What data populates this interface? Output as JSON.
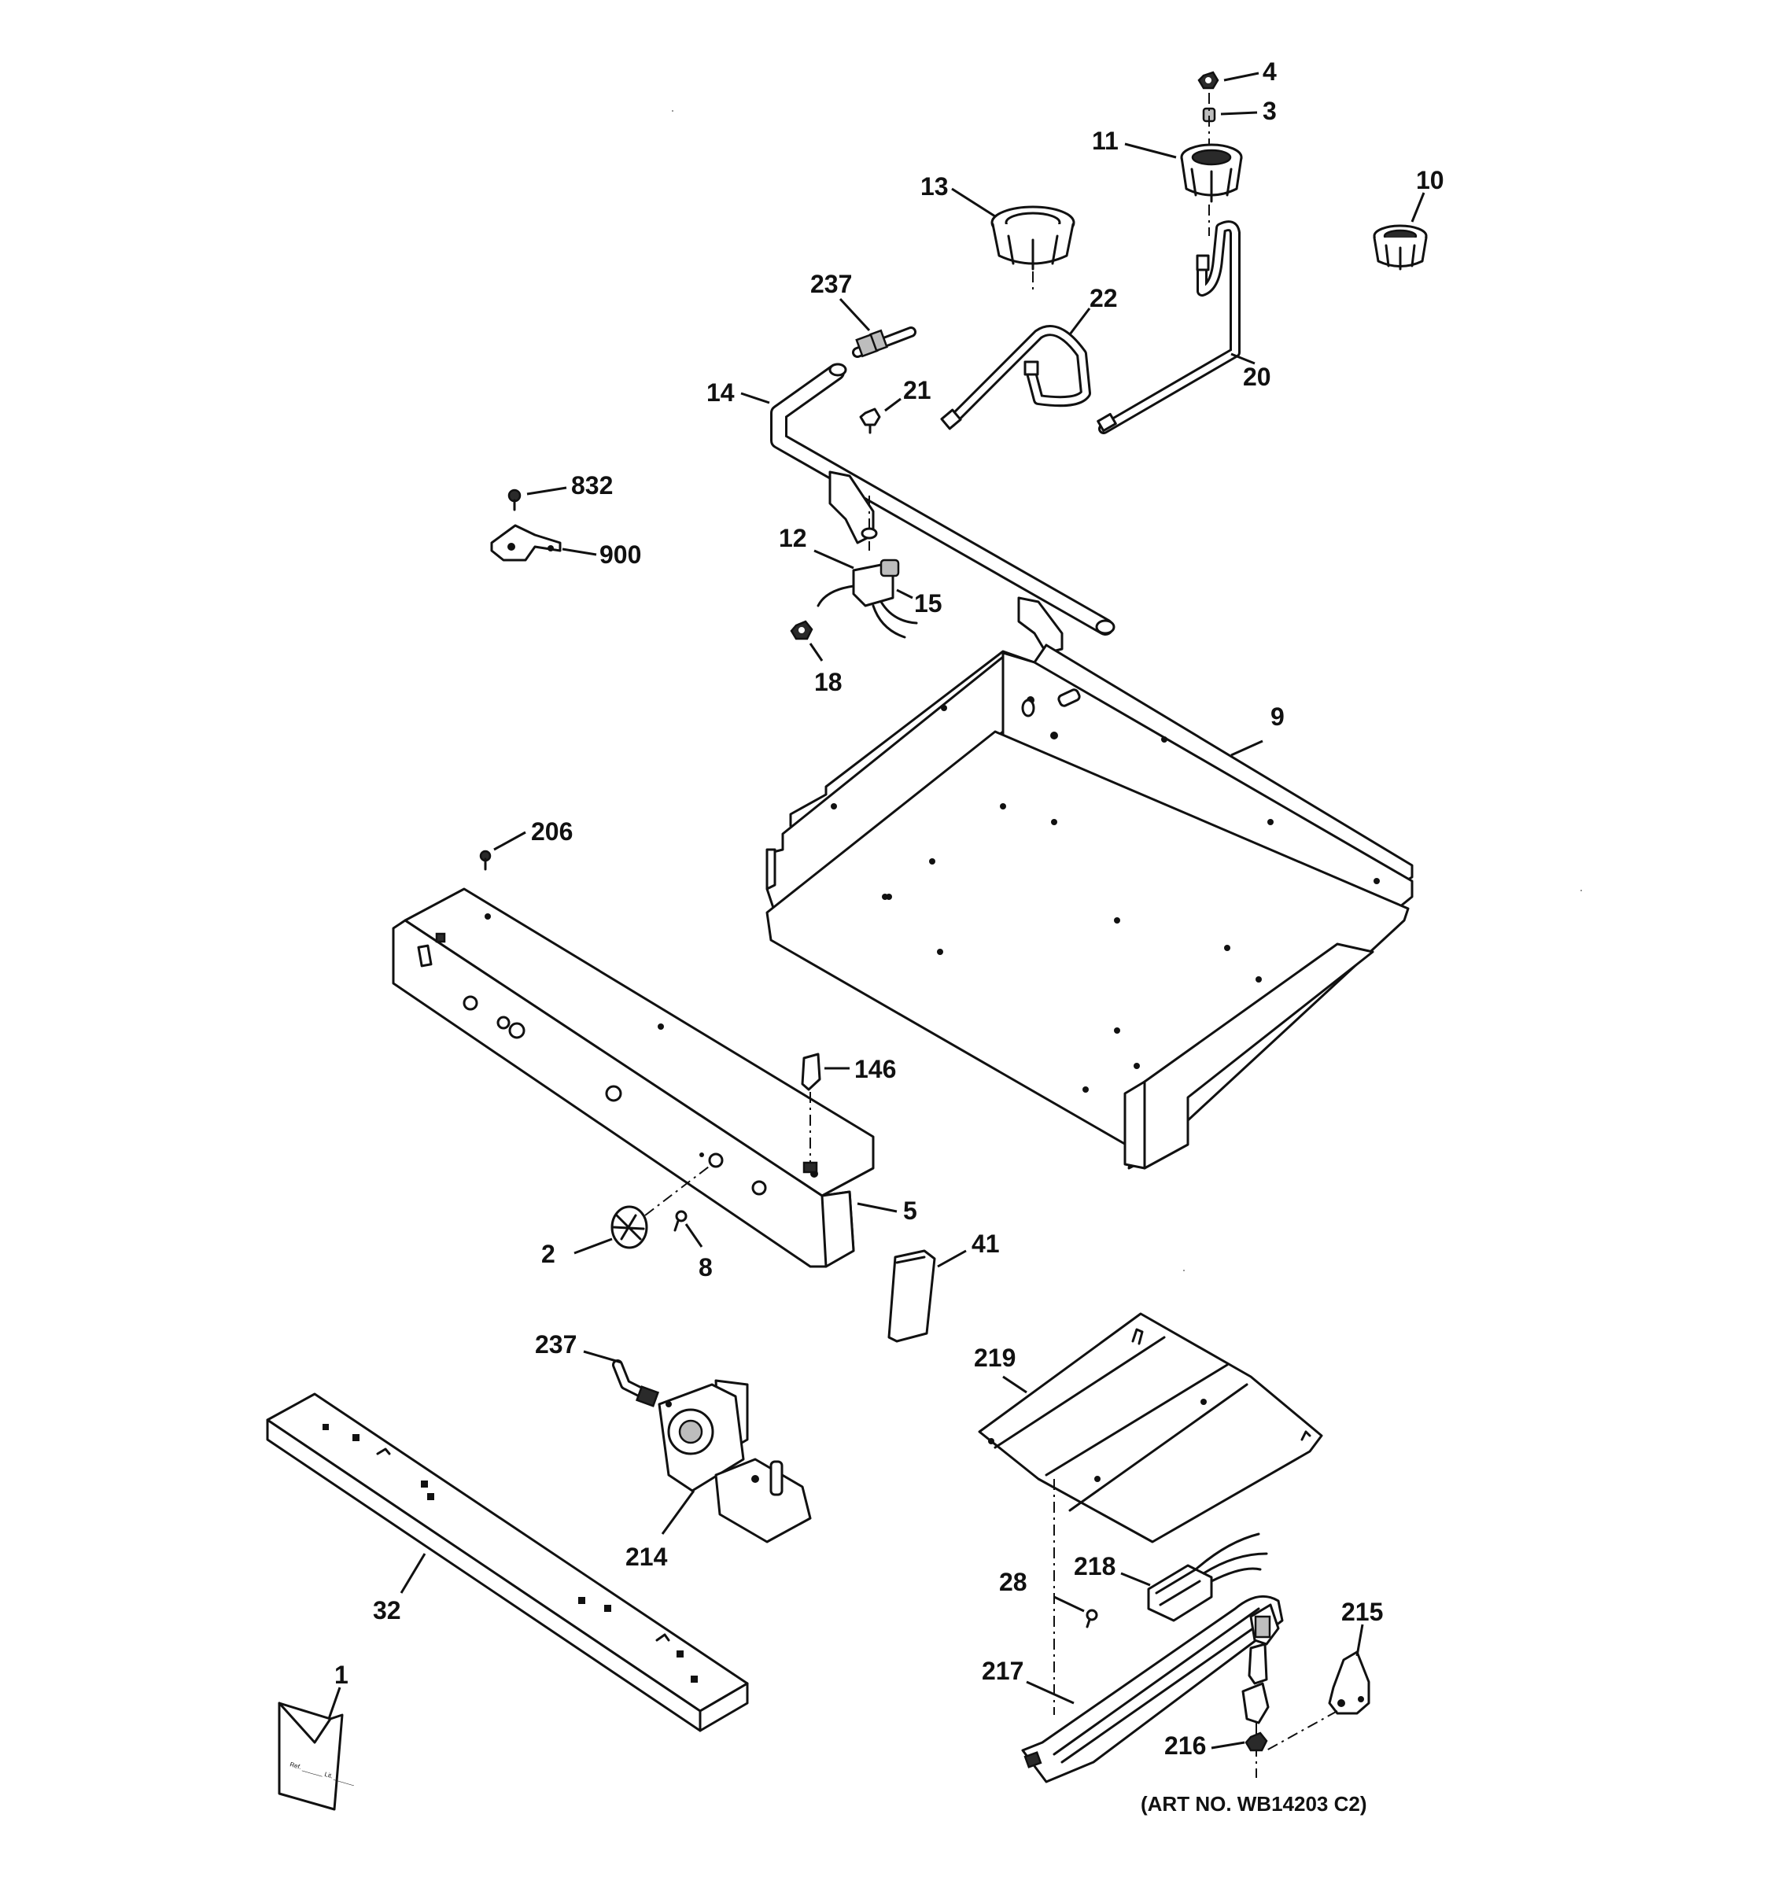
{
  "callouts": {
    "c4": "4",
    "c3": "3",
    "c11": "11",
    "c13": "13",
    "c10": "10",
    "c237a": "237",
    "c22": "22",
    "c14": "14",
    "c21": "21",
    "c20": "20",
    "c832": "832",
    "c900": "900",
    "c12": "12",
    "c15": "15",
    "c18": "18",
    "c9": "9",
    "c206": "206",
    "c146": "146",
    "c5": "5",
    "c2": "2",
    "c8": "8",
    "c41": "41",
    "c237b": "237",
    "c219": "219",
    "c214": "214",
    "c32": "32",
    "c218": "218",
    "c28": "28",
    "c215": "215",
    "c217": "217",
    "c1": "1",
    "c216": "216"
  },
  "art_number": "(ART NO. WB14203 C2)",
  "packet_text": "Ref. ______ Lit. ______"
}
